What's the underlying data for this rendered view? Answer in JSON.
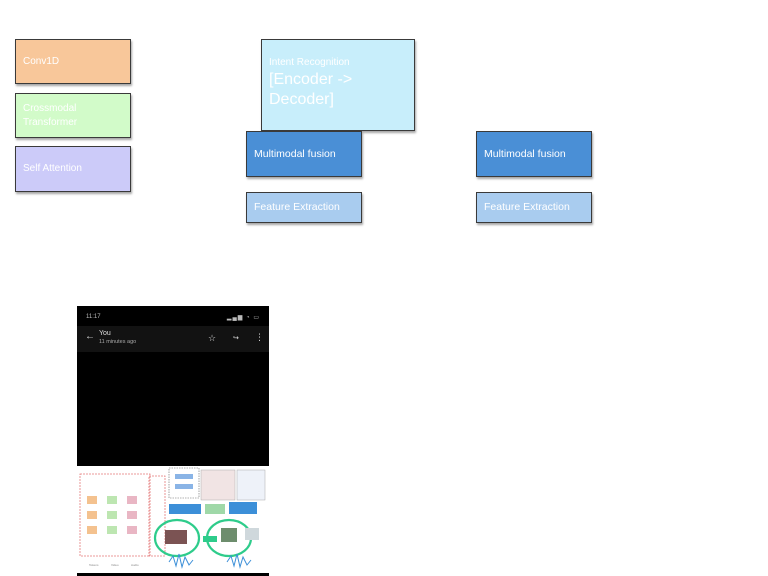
{
  "diagram": {
    "boxes": {
      "conv1d": "Conv1D",
      "crossmodal": "Crossmodal Transformer",
      "self_attention": "Self Attention",
      "intent_title": "Intent Recognition",
      "intent_sub": "[Encoder -> Decoder]",
      "multimodal_fusion_1": "Multimodal fusion",
      "multimodal_fusion_2": "Multimodal fusion",
      "feature_extraction_1": "Feature Extraction",
      "feature_extraction_2": "Feature Extraction"
    },
    "colors": {
      "conv1d": "#f8c79a",
      "crossmodal": "#d2fbc9",
      "self_attention": "#cccbf9",
      "intent": "#c8eefb",
      "fusion": "#4a8fd6",
      "feature": "#a9ccef"
    }
  },
  "phone": {
    "status_time": "11:17",
    "status_icons": "signal-icon wifi-icon battery-icon",
    "user_name": "You",
    "subtitle": "11 minutes ago",
    "icons": [
      "back-arrow-icon",
      "star-icon",
      "share-icon",
      "more-vert-icon"
    ]
  }
}
